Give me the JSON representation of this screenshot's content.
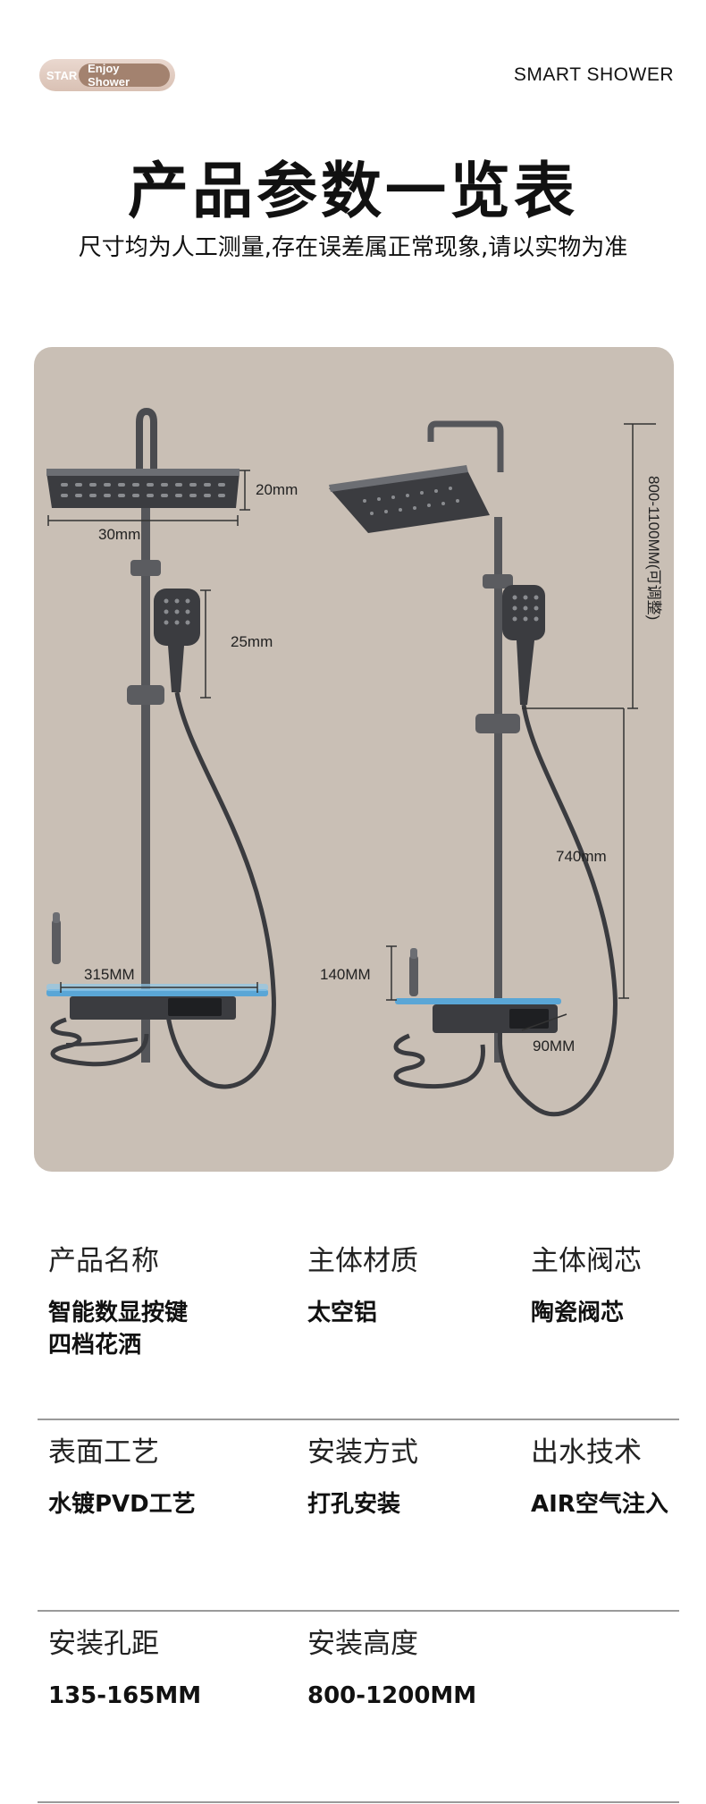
{
  "badge": {
    "star": "STAR",
    "tagline": "Enjoy Shower"
  },
  "brand": "SMART SHOWER",
  "title": "产品参数一览表",
  "subtitle": "尺寸均为人工测量,存在误差属正常现象,请以实物为准",
  "dimensions": {
    "head_height": "20mm",
    "head_width": "30mm",
    "handheld": "25mm",
    "shelf_width": "315MM",
    "overall_height": "800-1100MM(可调整)",
    "rail_height": "740mm",
    "spout_height": "140MM",
    "spout_depth": "90MM"
  },
  "specs": [
    [
      {
        "label": "产品名称",
        "value": "智能数显按键\n四档花洒"
      },
      {
        "label": "主体材质",
        "value": "太空铝"
      },
      {
        "label": "主体阀芯",
        "value": "陶瓷阀芯"
      }
    ],
    [
      {
        "label": "表面工艺",
        "value": "水镀PVD工艺"
      },
      {
        "label": "安装方式",
        "value": "打孔安装"
      },
      {
        "label": "出水技术",
        "value": "AIR空气注入"
      }
    ],
    [
      {
        "label": "安装孔距",
        "value": "135-165MM"
      },
      {
        "label": "安装高度",
        "value": "800-1200MM"
      }
    ]
  ],
  "colors": {
    "diagram_bg": "#c9bfb5",
    "metal": "#4a4b4f",
    "accent_blue": "#5aa6d6",
    "badge_pill": "#a3826f"
  },
  "icons": [
    "shower-head-icon",
    "handheld-shower-icon",
    "hose-icon",
    "digital-panel-icon"
  ]
}
